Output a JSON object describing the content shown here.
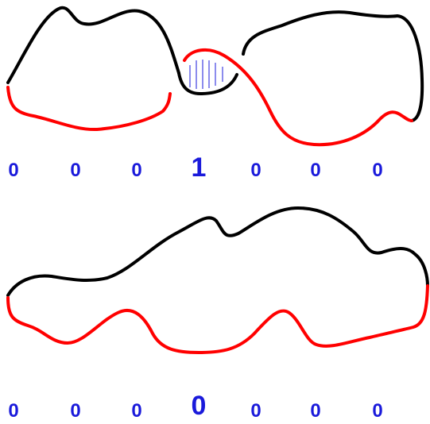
{
  "colors": {
    "upper_curve": "#000000",
    "lower_curve": "#ff0000",
    "digits": "#1a1adb",
    "hatch": "#1a1adb"
  },
  "panels": [
    {
      "id": "top",
      "digits": [
        "0",
        "0",
        "0",
        "1",
        "0",
        "0",
        "0"
      ],
      "emphasized_index": 3
    },
    {
      "id": "bottom",
      "digits": [
        "0",
        "0",
        "0",
        "0",
        "0",
        "0",
        "0"
      ],
      "emphasized_index": 3
    }
  ]
}
